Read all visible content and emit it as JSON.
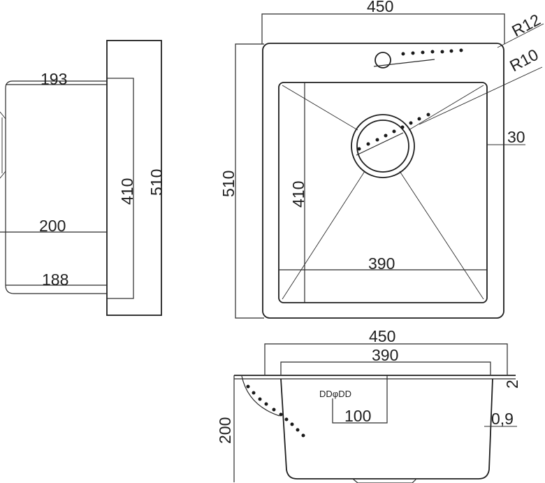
{
  "side_view": {
    "dim_top": "193",
    "dim_mid": "200",
    "dim_bottom": "188",
    "dim_inner_height": "410",
    "dim_outer_height": "510"
  },
  "top_view": {
    "dim_width": "450",
    "dim_height": "510",
    "dim_inner_height": "410",
    "dim_inner_width": "390",
    "radius_outer": "R12",
    "radius_inner": "R10",
    "dim_rim": "30"
  },
  "front_view": {
    "dim_width": "450",
    "dim_inner_width": "390",
    "dim_depth": "200",
    "dim_tap": "100",
    "dim_thickness_rim": "2",
    "dim_thickness_wall": "0,9",
    "tap_marks": "DDφDD"
  }
}
